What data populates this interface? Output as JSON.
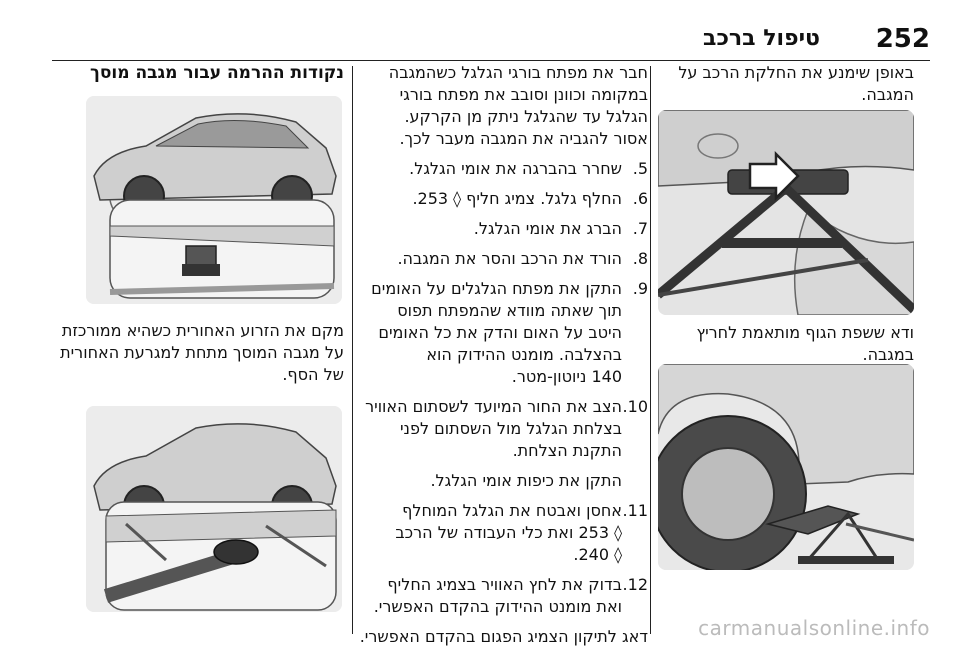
{
  "header": {
    "page_number": "252",
    "title": "טיפול ברכב"
  },
  "right_column": {
    "intro_lines": [
      "באופן שימנע את החלקת הרכב על",
      "המגבה."
    ],
    "caption_lines": [
      "ודא ששפת הגוף מותאמת לחריץ",
      "במגבה."
    ]
  },
  "middle_column": {
    "note_lines": [
      "חבר את מפתח בורגי הגלגל כשהמגבה",
      "במקומה וכוונן וסובב את מפתח בורגי",
      "הגלגל עד שהגלגל ניתק מן הקרקע.",
      "אסור להגביה את המגבה מעבר לכך."
    ],
    "steps": [
      {
        "num": "5.",
        "lines": [
          "שחרר בהברגה את אומי הגלגל."
        ]
      },
      {
        "num": "6.",
        "lines": [
          "החלף גלגל. צמיג חליף ◊ 253."
        ]
      },
      {
        "num": "7.",
        "lines": [
          "הברג את אומי הגלגל."
        ]
      },
      {
        "num": "8.",
        "lines": [
          "הורד את הרכב והסר את המגבה."
        ]
      },
      {
        "num": "9.",
        "lines": [
          "התקן את מפתח הגלגלים על האומים",
          "תוך שאתה מוודא שהמפתח תפוס",
          "היטב על האום והדק את כל האומים",
          "בהצלבה. מומנט ההידוק הוא",
          "140 ניוטון-מטר."
        ]
      },
      {
        "num": "10.",
        "lines": [
          "הצב את החור המיועד לשסתום האוויר",
          "בצלחת הגלגל מול השסתום לפני",
          "התקנת הצלחת."
        ]
      },
      {
        "num": "",
        "lines": [
          "התקן את כיפות אומי הגלגל."
        ]
      },
      {
        "num": "11.",
        "lines": [
          "אחסן ואבטח את הגלגל המוחלף",
          "◊ 253 ואת כלי העבודה של הרכב",
          "◊ 240."
        ]
      },
      {
        "num": "12.",
        "lines": [
          "בדוק את לחץ האוויר בצמיג החליף",
          "ואת מומנט ההידוק בהקדם האפשרי."
        ]
      }
    ],
    "footer_line": "דאג לתיקון הצמיג הפגום בהקדם האפשרי."
  },
  "left_column": {
    "heading": "נקודות ההרמה עבור מגבה מוסך",
    "caption_lines": [
      "מקם את הזרוע האחורית כשהיא ממורכזת",
      "על מגבה המוסך מתחת למגרעת האחורית",
      "של הסף."
    ]
  },
  "watermark": "carmanualsonline.info"
}
